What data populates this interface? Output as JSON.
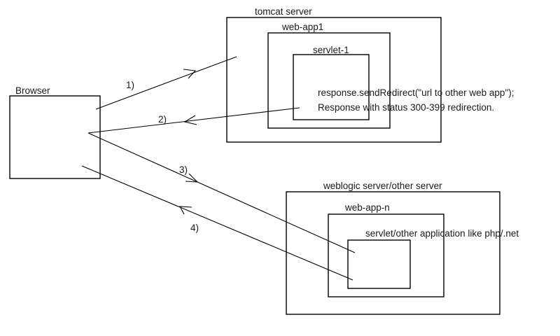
{
  "diagram": {
    "title_context": "servlet redirect flow",
    "colors": {
      "background": "#ffffff",
      "stroke": "#000000",
      "text": "#1a1a1a"
    },
    "nodes": {
      "browser": {
        "label": "Browser"
      },
      "tomcat_server": {
        "label": "tomcat server"
      },
      "web_app1": {
        "label": "web-app1"
      },
      "servlet1": {
        "label": "servlet-1"
      },
      "weblogic_server": {
        "label": "weblogic server/other server"
      },
      "web_app_n": {
        "label": "web-app-n"
      },
      "servlet_other": {
        "label": "servlet/other application like php/.net"
      }
    },
    "annotations": {
      "redirect_code": "response.sendRedirect(\"url to other web app\");",
      "redirect_status": "Response with status 300-399 redirection."
    },
    "arrows": [
      {
        "label": "1)",
        "from": "Browser",
        "to": "tomcat server / servlet-1"
      },
      {
        "label": "2)",
        "from": "servlet-1",
        "to": "Browser"
      },
      {
        "label": "3)",
        "from": "Browser",
        "to": "weblogic server / servlet-other"
      },
      {
        "label": "4)",
        "from": "weblogic server / servlet-other",
        "to": "Browser"
      }
    ]
  }
}
